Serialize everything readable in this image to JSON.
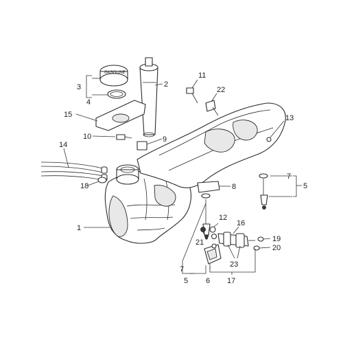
{
  "callouts": {
    "c1": "1",
    "c2": "2",
    "c3": "3",
    "c4": "4",
    "c5a": "5",
    "c5b": "5",
    "c6": "6",
    "c7a": "7",
    "c7b": "7",
    "c8": "8",
    "c9": "9",
    "c10": "10",
    "c11": "11",
    "c12": "12",
    "c13": "13",
    "c14": "14",
    "c15": "15",
    "c16": "16",
    "c17": "17",
    "c18": "18",
    "c19": "19",
    "c20": "20",
    "c21": "21",
    "c22": "22",
    "c23": "23"
  },
  "cap_text": "GASOLINE",
  "colors": {
    "line": "#2a2a2a",
    "fill": "#ffffff",
    "shade": "#e8e8e8"
  }
}
